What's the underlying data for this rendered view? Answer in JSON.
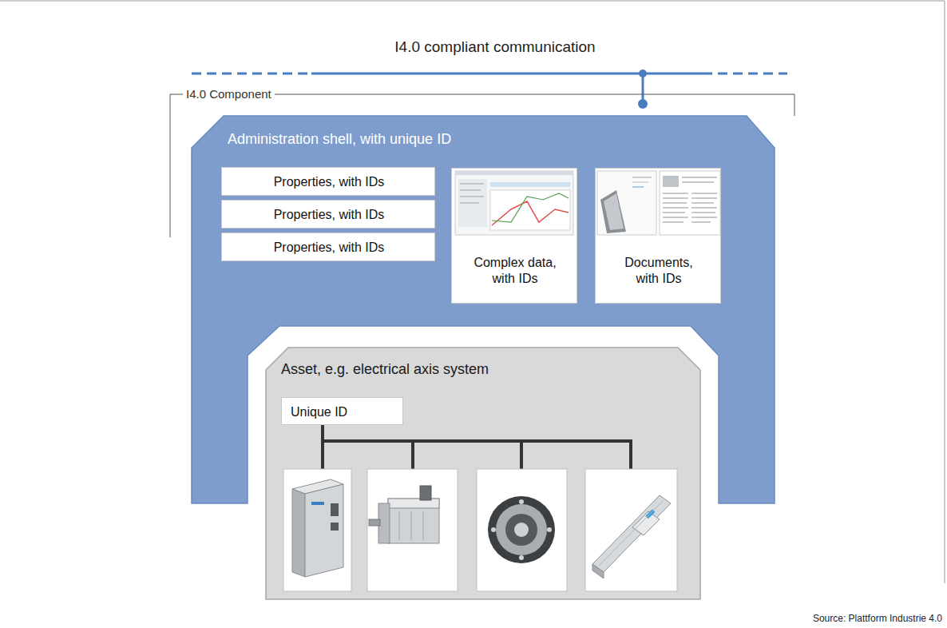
{
  "diagram": {
    "caption": "Source: Plattform Industrie 4.0",
    "nodes": [
      {
        "text": [
          "Administration shell, with unique ID"
        ]
      },
      {
        "text": [
          "Properties, with IDs"
        ],
        "in": 0
      },
      {
        "text": [
          "Properties, with IDs"
        ],
        "in": 0
      },
      {
        "text": [
          "Properties, with IDs"
        ],
        "in": 0
      },
      {
        "text": [
          "Complex data, with IDs"
        ],
        "in": 0
      },
      {
        "text": [
          "Documents, with IDs"
        ],
        "in": 0
      },
      {
        "text": [
          "Asset, e.g. electrical axis system"
        ],
        "in": 0
      },
      {
        "text": [
          "Unique ID"
        ],
        "in": 6
      }
    ],
    "labels": [
      "I4.0 compliant communication",
      "I4.0 Component"
    ]
  }
}
